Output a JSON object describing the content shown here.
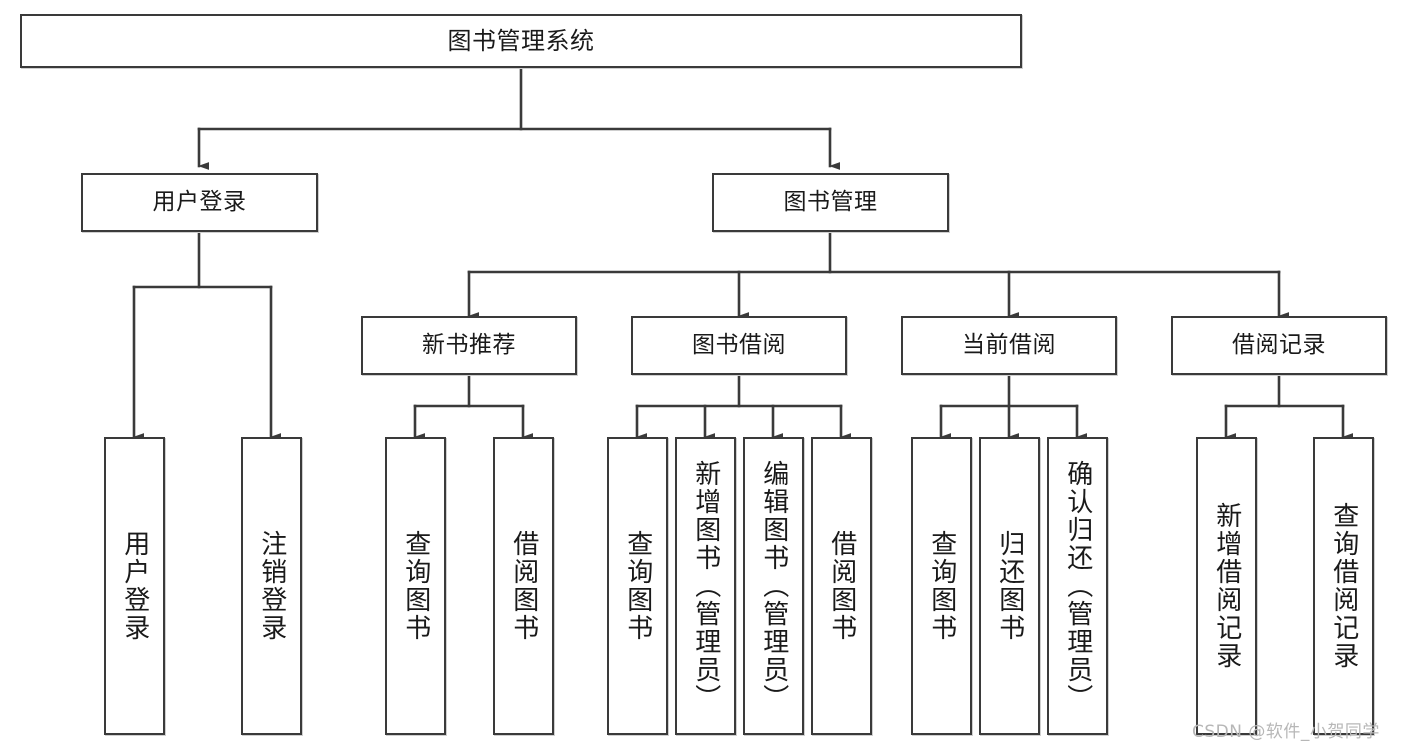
{
  "diagram": {
    "title": "图书管理系统",
    "type": "tree-hierarchy-chart",
    "nodes": {
      "root": {
        "label": "图书管理系统"
      },
      "level1": [
        {
          "id": "user-login",
          "label": "用户登录"
        },
        {
          "id": "book-manage",
          "label": "图书管理"
        }
      ],
      "level2": [
        {
          "id": "new-book-recommend",
          "label": "新书推荐",
          "parent": "book-manage"
        },
        {
          "id": "book-borrow",
          "label": "图书借阅",
          "parent": "book-manage"
        },
        {
          "id": "current-borrow",
          "label": "当前借阅",
          "parent": "book-manage"
        },
        {
          "id": "borrow-record",
          "label": "借阅记录",
          "parent": "book-manage"
        }
      ],
      "leaves": [
        {
          "id": "leaf-user-login",
          "label": "用户登录",
          "parent": "user-login"
        },
        {
          "id": "leaf-logout-login",
          "label": "注销登录",
          "parent": "user-login"
        },
        {
          "id": "leaf-query-book-1",
          "label": "查询图书",
          "parent": "new-book-recommend"
        },
        {
          "id": "leaf-borrow-book-1",
          "label": "借阅图书",
          "parent": "new-book-recommend"
        },
        {
          "id": "leaf-query-book-2",
          "label": "查询图书",
          "parent": "book-borrow"
        },
        {
          "id": "leaf-add-book",
          "label": "新增图书（管理员）",
          "parent": "book-borrow"
        },
        {
          "id": "leaf-edit-book",
          "label": "编辑图书（管理员）",
          "parent": "book-borrow"
        },
        {
          "id": "leaf-borrow-book-2",
          "label": "借阅图书",
          "parent": "book-borrow"
        },
        {
          "id": "leaf-query-book-3",
          "label": "查询图书",
          "parent": "current-borrow"
        },
        {
          "id": "leaf-return-book",
          "label": "归还图书",
          "parent": "current-borrow"
        },
        {
          "id": "leaf-confirm-return",
          "label": "确认归还（管理员）",
          "parent": "current-borrow"
        },
        {
          "id": "leaf-add-record",
          "label": "新增借阅记录",
          "parent": "borrow-record"
        },
        {
          "id": "leaf-query-record",
          "label": "查询借阅记录",
          "parent": "borrow-record"
        }
      ]
    },
    "colors": {
      "stroke": "#3a3a3a",
      "fill": "#ffffff",
      "text": "#1a1a1a",
      "watermark": "#b7b7b7"
    }
  },
  "watermark": {
    "text": "CSDN @软件_小贺同学"
  }
}
